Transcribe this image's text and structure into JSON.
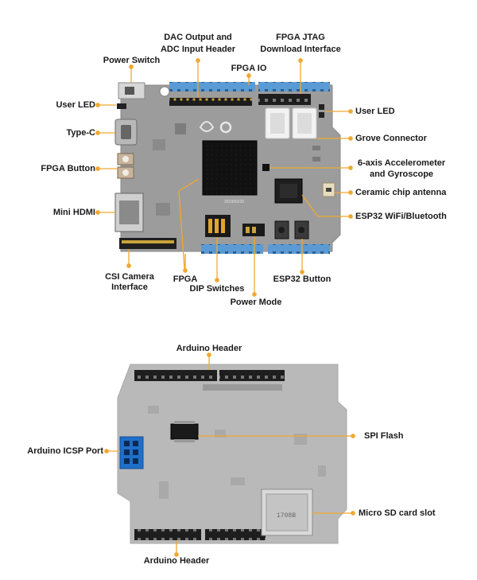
{
  "colors": {
    "accent": "#f0a830",
    "pcb_top": "#9c9c9c",
    "pcb_bottom": "#b9b9b9",
    "header_blue": "#5b9bd5",
    "icsp_blue": "#1e6fc9"
  },
  "top_board": {
    "silkscreen": {
      "date": "2019/09/20"
    },
    "labels": {
      "power_switch": "Power Switch",
      "user_led_left": "User LED",
      "type_c": "Type-C",
      "fpga_button": "FPGA Button",
      "mini_hdmi": "Mini HDMI",
      "csi_camera_1": "CSI Camera",
      "csi_camera_2": "Interface",
      "fpga": "FPGA",
      "dip_switches": "DIP Switches",
      "power_mode": "Power Mode",
      "esp32_button": "ESP32 Button",
      "dac_adc_1": "DAC Output and",
      "dac_adc_2": "ADC Input Header",
      "fpga_io": "FPGA IO",
      "jtag_1": "FPGA JTAG",
      "jtag_2": "Download Interface",
      "user_led_right": "User LED",
      "grove": "Grove Connector",
      "imu_1": "6-axis Accelerometer",
      "imu_2": "and Gyroscope",
      "antenna": "Ceramic chip antenna",
      "esp32": "ESP32 WiFi/Bluetooth"
    }
  },
  "bottom_board": {
    "silkscreen": {
      "sd": "1708B"
    },
    "labels": {
      "arduino_header_top": "Arduino Header",
      "icsp": "Arduino ICSP Port",
      "spi_flash": "SPI Flash",
      "micro_sd": "Micro SD card slot",
      "arduino_header_bottom": "Arduino Header"
    }
  }
}
